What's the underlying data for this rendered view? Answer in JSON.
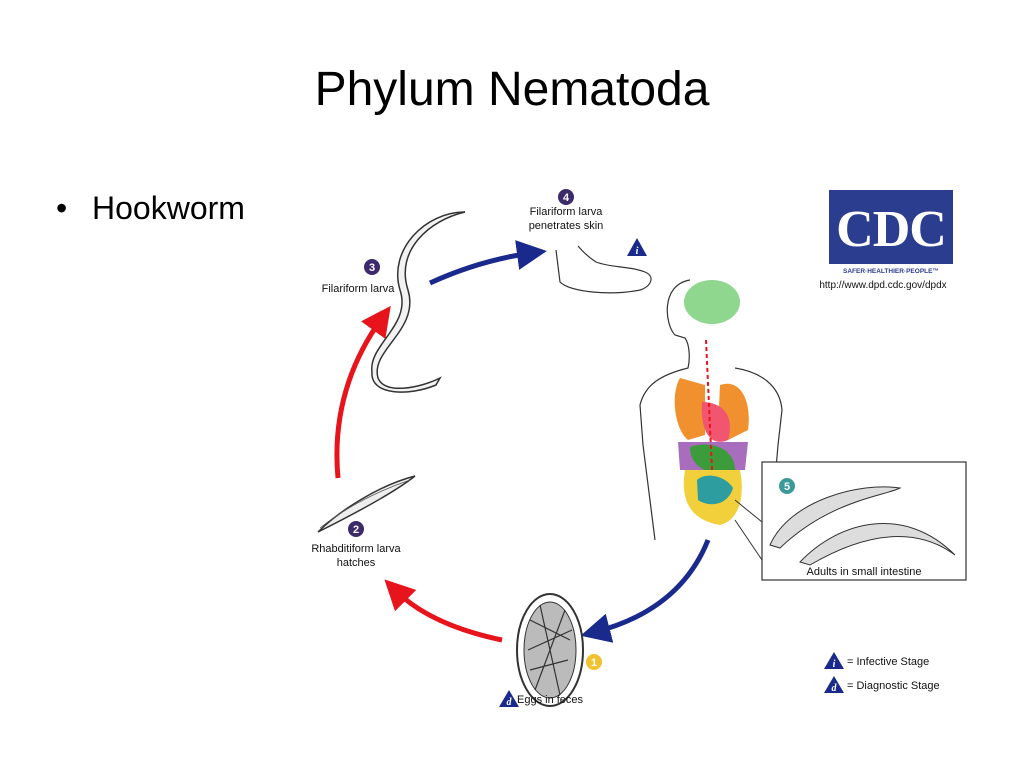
{
  "slide": {
    "title": "Phylum Nematoda",
    "bullet": "Hookworm"
  },
  "logo": {
    "text": "CDC",
    "tagline": "SAFER·HEALTHIER·PEOPLE™",
    "url": "http://www.dpd.cdc.gov/dpdx"
  },
  "stages": [
    {
      "num": "1",
      "label_lines": [
        "Eggs in feces"
      ],
      "marker": "d"
    },
    {
      "num": "2",
      "label_lines": [
        "Rhabditiform larva",
        "hatches"
      ]
    },
    {
      "num": "3",
      "label_lines": [
        "Filariform larva"
      ]
    },
    {
      "num": "4",
      "label_lines": [
        "Filariform larva",
        "penetrates skin"
      ],
      "marker": "i"
    },
    {
      "num": "5",
      "label_lines": [
        "Adults in small intestine"
      ]
    }
  ],
  "legend": [
    {
      "letter": "i",
      "text": "= Infective Stage"
    },
    {
      "letter": "d",
      "text": "= Diagnostic Stage"
    }
  ],
  "colors": {
    "stage_badge": "#3d2a6b",
    "stage_badge_5": "#3a9a9a",
    "stage_badge_1": "#f2c12e",
    "marker_triangle": "#1a2a8c",
    "arrow_blue": "#1a2a8c",
    "arrow_red": "#e8141c",
    "cdc_blue": "#2b3d8f"
  }
}
